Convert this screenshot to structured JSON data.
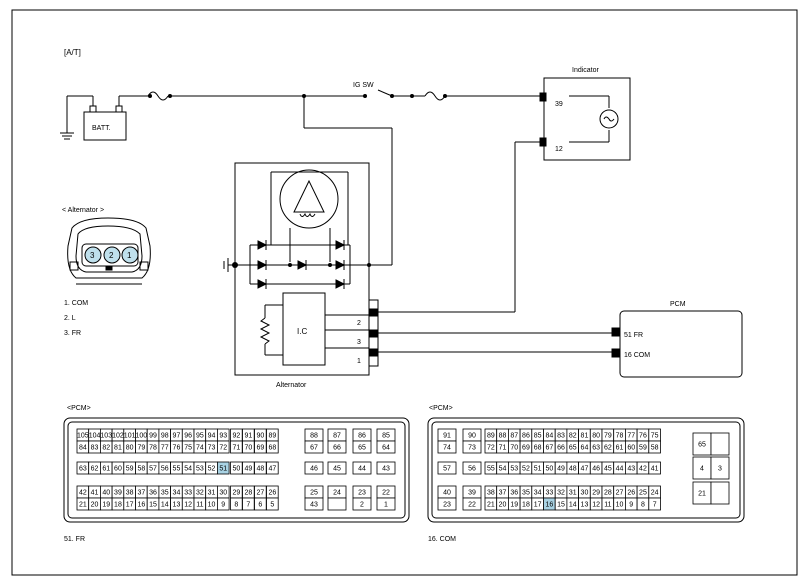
{
  "title": "[A/T]",
  "components": {
    "battery": "BATT.",
    "ig_switch": "IG SW",
    "indicator": "Indicator",
    "indicator_pins": [
      "39",
      "12"
    ],
    "alternator": "Alternator",
    "alternator_ic": "I.C",
    "alternator_pins": [
      "2",
      "3",
      "1"
    ],
    "pcm": "PCM",
    "pcm_pins": [
      "51 FR",
      "16 COM"
    ]
  },
  "alternator_connector": {
    "title": "< Alternator >",
    "pins": [
      "3",
      "2",
      "1"
    ],
    "legend": [
      "1. COM",
      "2. L",
      "3. FR"
    ]
  },
  "pcm_connector_left": {
    "title": "<PCM>",
    "caption": "51. FR",
    "highlight": "51",
    "rows": [
      [
        "105",
        "104",
        "103",
        "102",
        "101",
        "100",
        "99",
        "98",
        "97",
        "96",
        "95",
        "94",
        "93",
        "92",
        "91",
        "90",
        "89",
        "88",
        "87",
        "86",
        "85"
      ],
      [
        "84",
        "83",
        "82",
        "81",
        "80",
        "79",
        "78",
        "77",
        "76",
        "75",
        "74",
        "73",
        "72",
        "71",
        "70",
        "69",
        "68",
        "67",
        "66",
        "65",
        "64"
      ],
      [
        "63",
        "62",
        "61",
        "60",
        "59",
        "58",
        "57",
        "56",
        "55",
        "54",
        "53",
        "52",
        "51",
        "50",
        "49",
        "48",
        "47",
        "46",
        "45",
        "44",
        "43"
      ],
      [
        "42",
        "41",
        "40",
        "39",
        "38",
        "37",
        "36",
        "35",
        "34",
        "33",
        "32",
        "31",
        "30",
        "29",
        "28",
        "27",
        "26",
        "25",
        "24",
        "23",
        "22"
      ],
      [
        "21",
        "20",
        "19",
        "18",
        "17",
        "16",
        "15",
        "14",
        "13",
        "12",
        "11",
        "10",
        "9",
        "8",
        "7",
        "6",
        "5",
        "43",
        "",
        "2",
        "1"
      ]
    ]
  },
  "pcm_connector_right": {
    "title": "<PCM>",
    "caption": "16. COM",
    "highlight": "16",
    "rows": [
      [
        "91",
        "90",
        "89",
        "88",
        "87",
        "86",
        "85",
        "84",
        "83",
        "82",
        "81",
        "80",
        "79",
        "78",
        "77",
        "76",
        "75",
        "65"
      ],
      [
        "74",
        "73",
        "72",
        "71",
        "70",
        "69",
        "68",
        "67",
        "66",
        "65",
        "64",
        "63",
        "62",
        "61",
        "60",
        "59",
        "58",
        ""
      ],
      [
        "57",
        "56",
        "55",
        "54",
        "53",
        "52",
        "51",
        "50",
        "49",
        "48",
        "47",
        "46",
        "45",
        "44",
        "43",
        "42",
        "41",
        "4",
        "3"
      ],
      [
        "40",
        "39",
        "38",
        "37",
        "36",
        "35",
        "34",
        "33",
        "32",
        "31",
        "30",
        "29",
        "28",
        "27",
        "26",
        "25",
        "24",
        "21"
      ],
      [
        "23",
        "22",
        "21",
        "20",
        "19",
        "18",
        "17",
        "16",
        "15",
        "14",
        "13",
        "12",
        "11",
        "10",
        "9",
        "8",
        "7",
        ""
      ]
    ]
  }
}
